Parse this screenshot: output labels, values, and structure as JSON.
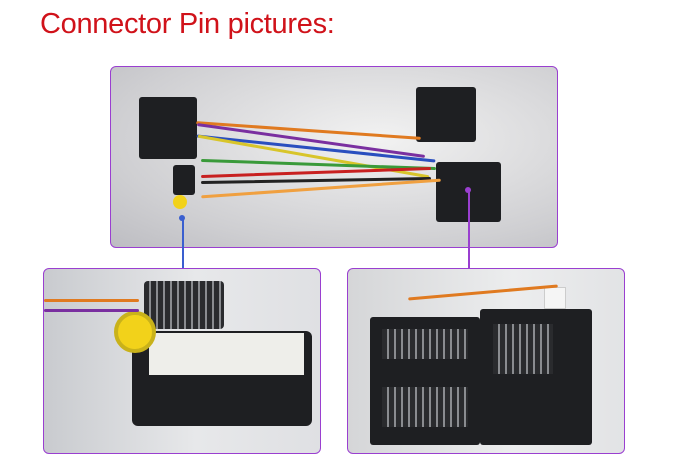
{
  "title": "Connector Pin pictures:",
  "colors": {
    "title": "#d0121a",
    "frame": "#9a3fd0",
    "pointer_left": "#3a5fcf",
    "pointer_right": "#9a3fd0"
  },
  "images": {
    "overview": "wiring-harness-photo",
    "left_detail": "adapter-box-rca-connector-photo",
    "right_detail": "vehicle-connectors-photo"
  }
}
